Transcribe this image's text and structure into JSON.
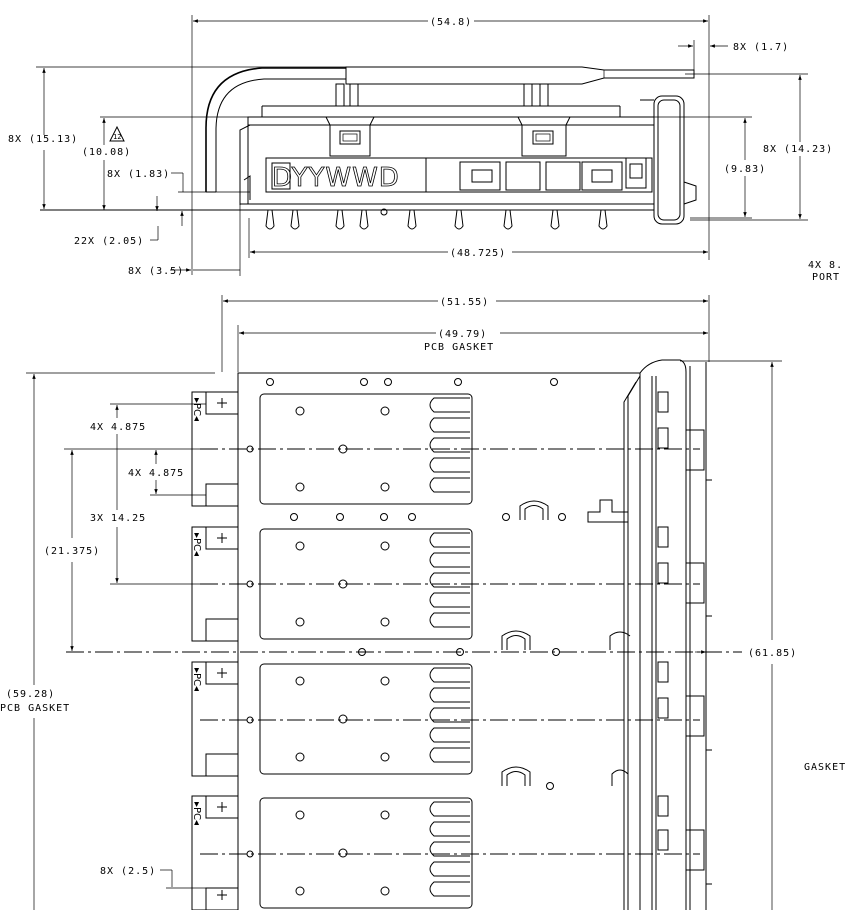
{
  "drawing": {
    "side_view": {
      "overall_width": "(54.8)",
      "slot_offset": "8X (1.7)",
      "total_height": "8X (15.13)",
      "warning_symbol": "warning-triangle-icon",
      "warning_code": "12",
      "mid_height": "(10.08)",
      "tab_height": "8X (1.83)",
      "pin_width": "22X (2.05)",
      "flange": "8X (3.5)",
      "body_length": "(48.725)",
      "inner_height": "(9.83)",
      "gasket_height": "8X (14.23)",
      "date_code": "DYYWWD",
      "right_note_line1": "4X 8.",
      "right_note_line2": "PORT"
    },
    "top_view": {
      "overall_width": "(51.55)",
      "gasket_width": "(49.79)",
      "gasket_width_label": "PCB GASKET",
      "port_pitch_a": "4X 4.875",
      "port_pitch_b": "4X 4.875",
      "row_pitch": "3X 14.25",
      "half_height": "(21.375)",
      "gasket_height": "(59.28)",
      "gasket_height_label": "PCB GASKET",
      "outer_height": "(61.85)",
      "right_gasket_label": "GASKET",
      "latch_width": "8X (2.5)",
      "port_marking": "▸PC◂"
    }
  }
}
